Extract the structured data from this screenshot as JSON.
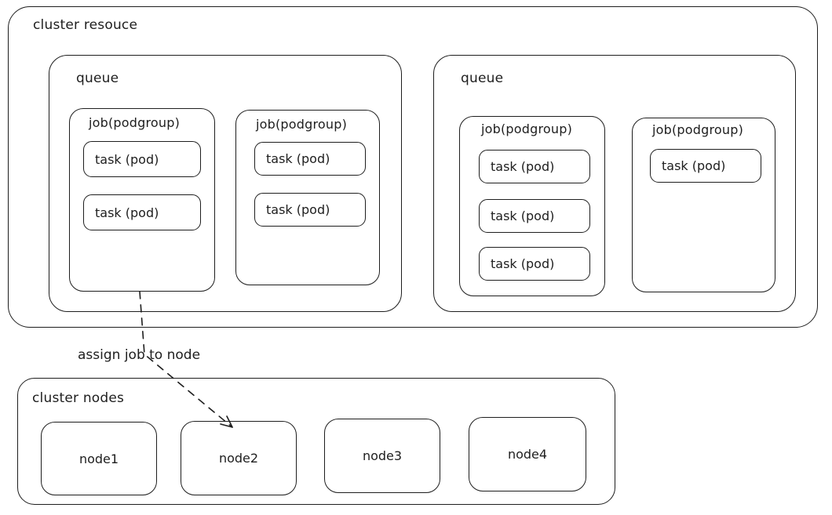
{
  "diagram": {
    "colors": {
      "stroke": "#1e1e1e",
      "background": "#ffffff"
    },
    "cluster_resource": {
      "label": "cluster resouce",
      "queues": [
        {
          "label": "queue",
          "jobs": [
            {
              "label": "job(podgroup)",
              "tasks": [
                "task (pod)",
                "task (pod)"
              ]
            },
            {
              "label": "job(podgroup)",
              "tasks": [
                "task (pod)",
                "task (pod)"
              ]
            }
          ]
        },
        {
          "label": "queue",
          "jobs": [
            {
              "label": "job(podgroup)",
              "tasks": [
                "task (pod)",
                "task (pod)",
                "task (pod)"
              ]
            },
            {
              "label": "job(podgroup)",
              "tasks": [
                "task (pod)"
              ]
            }
          ]
        }
      ]
    },
    "arrow": {
      "label": "assign job to node",
      "from": "job(podgroup) in left queue",
      "to": "node2",
      "style": "dashed"
    },
    "cluster_nodes": {
      "label": "cluster nodes",
      "nodes": [
        "node1",
        "node2",
        "node3",
        "node4"
      ]
    }
  }
}
